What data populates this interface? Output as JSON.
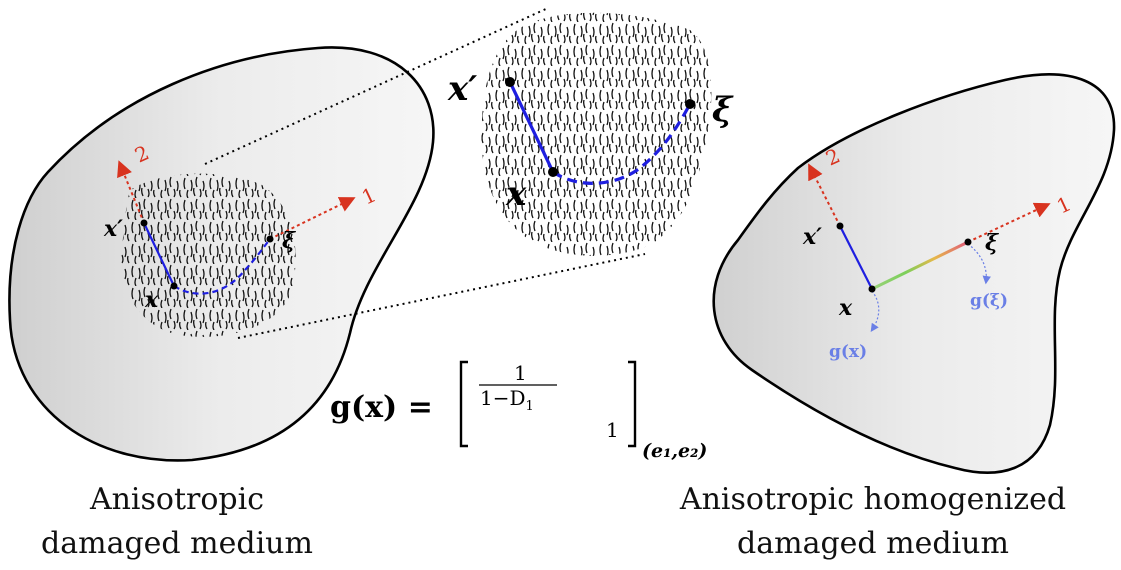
{
  "colors": {
    "axis": "#d8331f",
    "path_solid": "#1f1fe0",
    "path_dashed": "#1f1fe0",
    "g_label": "#6a7fe6",
    "body_fill": "#e6e6e6",
    "outline": "#000000"
  },
  "left": {
    "axis1_label": "1",
    "axis2_label": "2",
    "point_x": "x",
    "point_x_prime": "x′",
    "point_xi": "ξ",
    "caption_line1": "Anisotropic",
    "caption_line2": "damaged medium"
  },
  "zoom": {
    "point_x": "x",
    "point_x_prime": "x′",
    "point_xi": "ξ"
  },
  "right": {
    "axis1_label": "1",
    "axis2_label": "2",
    "point_x": "x",
    "point_x_prime": "x′",
    "point_xi": "ξ",
    "g_x_label": "g(x)",
    "g_xi_label": "g(ξ)",
    "caption_line1": "Anisotropic homogenized",
    "caption_line2": "damaged medium"
  },
  "equation": {
    "lhs": "g(x) =",
    "entry_11_num": "1",
    "entry_11_den": "1−D",
    "entry_11_den_sub": "1",
    "entry_22": "1",
    "basis": "(e₁,e₂)"
  }
}
